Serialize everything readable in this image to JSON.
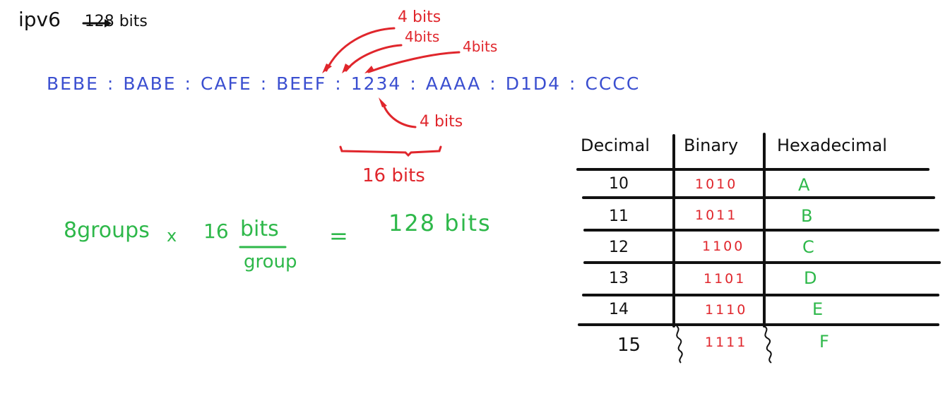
{
  "title": {
    "left": "ipv6",
    "arrow": "→",
    "right": "128 bits"
  },
  "address": {
    "groups": [
      "BEBE",
      "BABE",
      "CAFE",
      "BEEF",
      "1234",
      "AAAA",
      "D1D4",
      "CCCC"
    ],
    "separator": ":"
  },
  "annotations": {
    "nibble_1": "4 bits",
    "nibble_2": "4bits",
    "nibble_3": "4bits",
    "nibble_4": "4 bits",
    "group_span": "16 bits"
  },
  "equation": {
    "groups": "8groups",
    "times": "x",
    "sixteen": "16",
    "unit_num": "bits",
    "unit_den": "group",
    "equals": "=",
    "result": "128 bits"
  },
  "table": {
    "headers": [
      "Decimal",
      "Binary",
      "Hexadecimal"
    ],
    "rows": [
      {
        "decimal": "10",
        "binary": "1010",
        "hex": "A"
      },
      {
        "decimal": "11",
        "binary": "1011",
        "hex": "B"
      },
      {
        "decimal": "12",
        "binary": "1100",
        "hex": "C"
      },
      {
        "decimal": "13",
        "binary": "1101",
        "hex": "D"
      },
      {
        "decimal": "14",
        "binary": "1110",
        "hex": "E"
      },
      {
        "decimal": "15",
        "binary": "1111",
        "hex": "F"
      }
    ]
  },
  "colors": {
    "ink": "#111111",
    "address": "#3b4fd0",
    "annotation": "#e0262c",
    "equation": "#2eb84a"
  }
}
